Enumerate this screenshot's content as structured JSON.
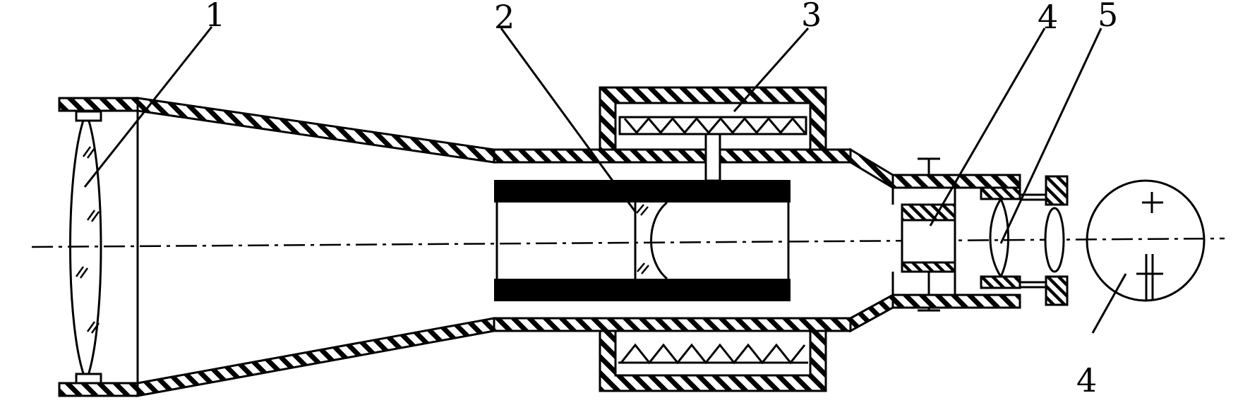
{
  "labels": {
    "l1": "1",
    "l2": "2",
    "l3": "3",
    "l4_top": "4",
    "l5": "5",
    "l4_bottom": "4"
  },
  "colors": {
    "ink": "#000000",
    "paper": "#ffffff"
  }
}
